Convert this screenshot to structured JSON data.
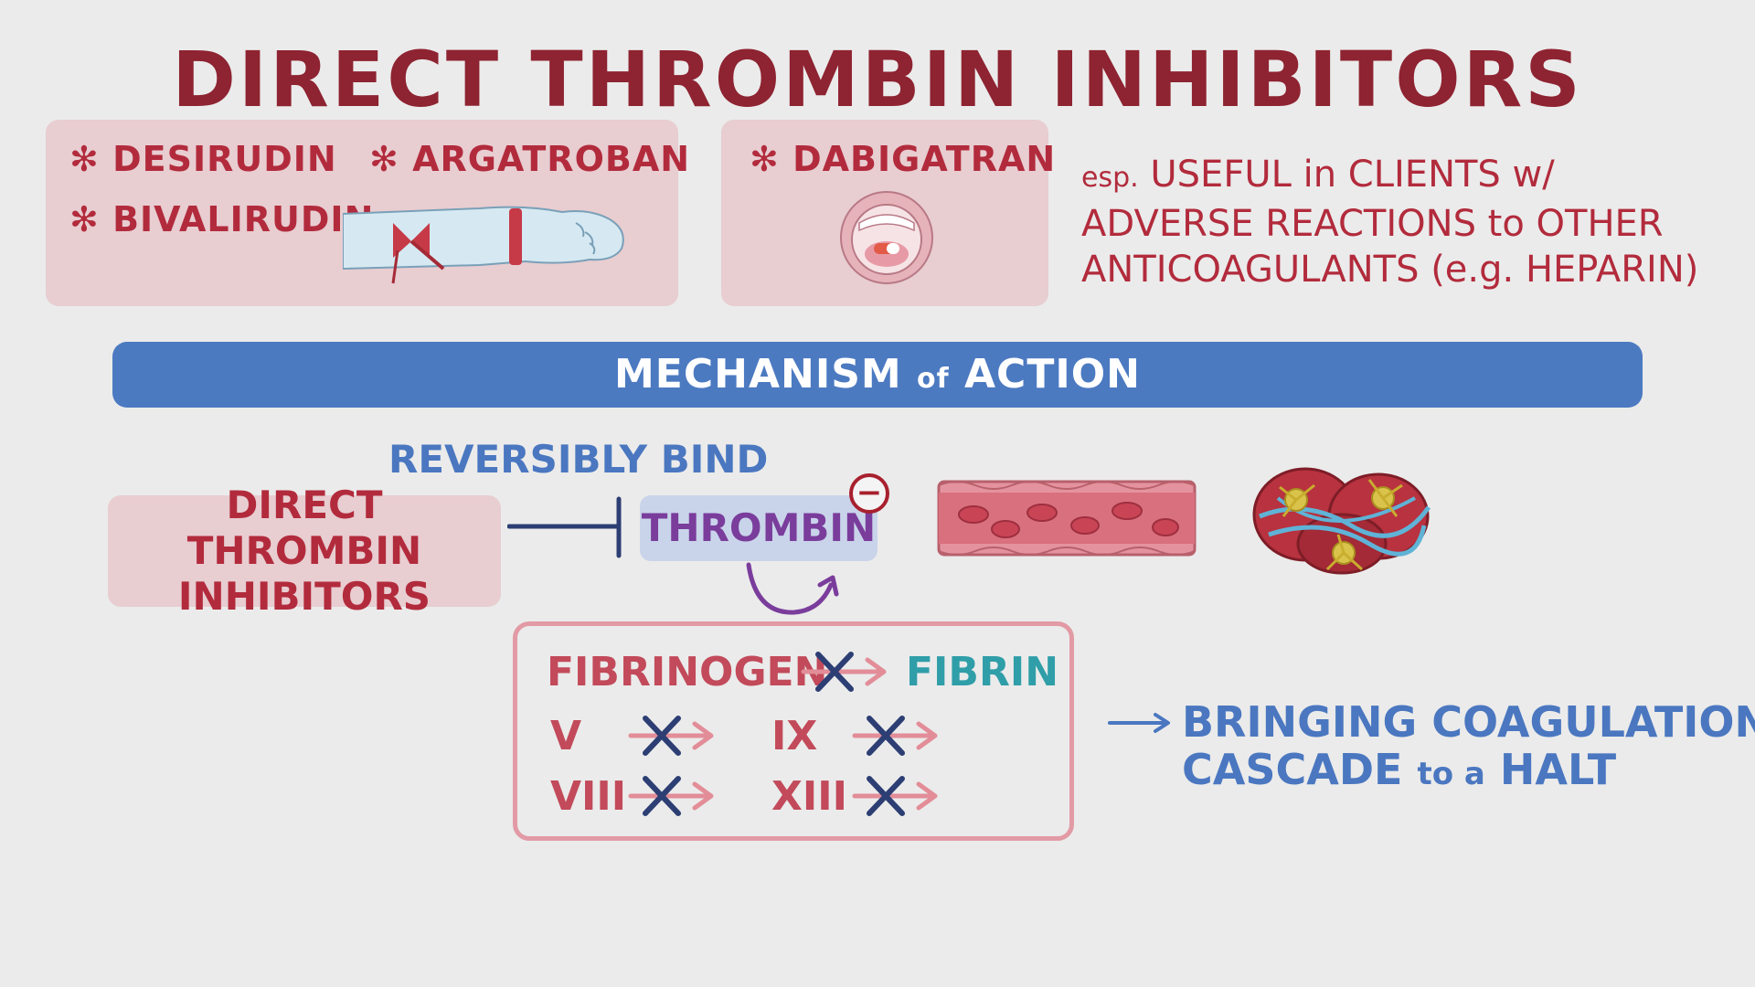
{
  "title": "DIRECT THROMBIN INHIBITORS",
  "drugs": {
    "desirudin": "✻ DESIRUDIN",
    "argatroban": "✻ ARGATROBAN",
    "bivalirudin": "✻ BIVALIRUDIN",
    "dabigatran": "✻ DABIGATRAN"
  },
  "note": {
    "esp": "esp.",
    "line1_rest": " USEFUL in CLIENTS w/",
    "line2": "ADVERSE REACTIONS to OTHER",
    "line3_main": "ANTICOAGULANTS",
    "line3_paren": " (e.g. HEPARIN)"
  },
  "mechanism": {
    "main1": "MECHANISM ",
    "of": "of",
    "main2": " ACTION"
  },
  "reversibly_bind": "REVERSIBLY BIND",
  "dti_line1": "DIRECT THROMBIN",
  "dti_line2": "INHIBITORS",
  "thrombin": "THROMBIN",
  "inhibit_sign": "−",
  "fibrinogen": "FIBRINOGEN",
  "fibrin": "FIBRIN",
  "factors": [
    "V",
    "IX",
    "VIII",
    "XIII"
  ],
  "halt": {
    "line1": "BRINGING COAGULATION",
    "line2a": "CASCADE ",
    "line2b": "to a",
    "line2c": " HALT"
  },
  "colors": {
    "title": "#8e2331",
    "drug_red": "#b22b3c",
    "panel_pink": "#e8cdd1",
    "moa_blue": "#4c7ac1",
    "thrombin_purple": "#7a3d9c",
    "fibrin_teal": "#2f9ea8",
    "cross_navy": "#2c3e73"
  }
}
